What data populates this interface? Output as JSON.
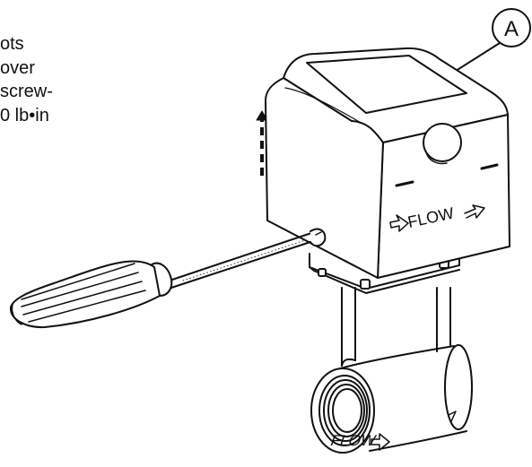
{
  "instruction_lines": [
    "ots",
    "over",
    " screw-",
    "0 lb•in"
  ],
  "callout_label": "A",
  "actuator_flow_label": "FLOW",
  "body_flow_label": "FLOW",
  "colors": {
    "ink": "#111111",
    "background": "#ffffff"
  },
  "icons": [
    "dashed-up-arrow",
    "screwdriver",
    "flow-direction-arrow"
  ]
}
